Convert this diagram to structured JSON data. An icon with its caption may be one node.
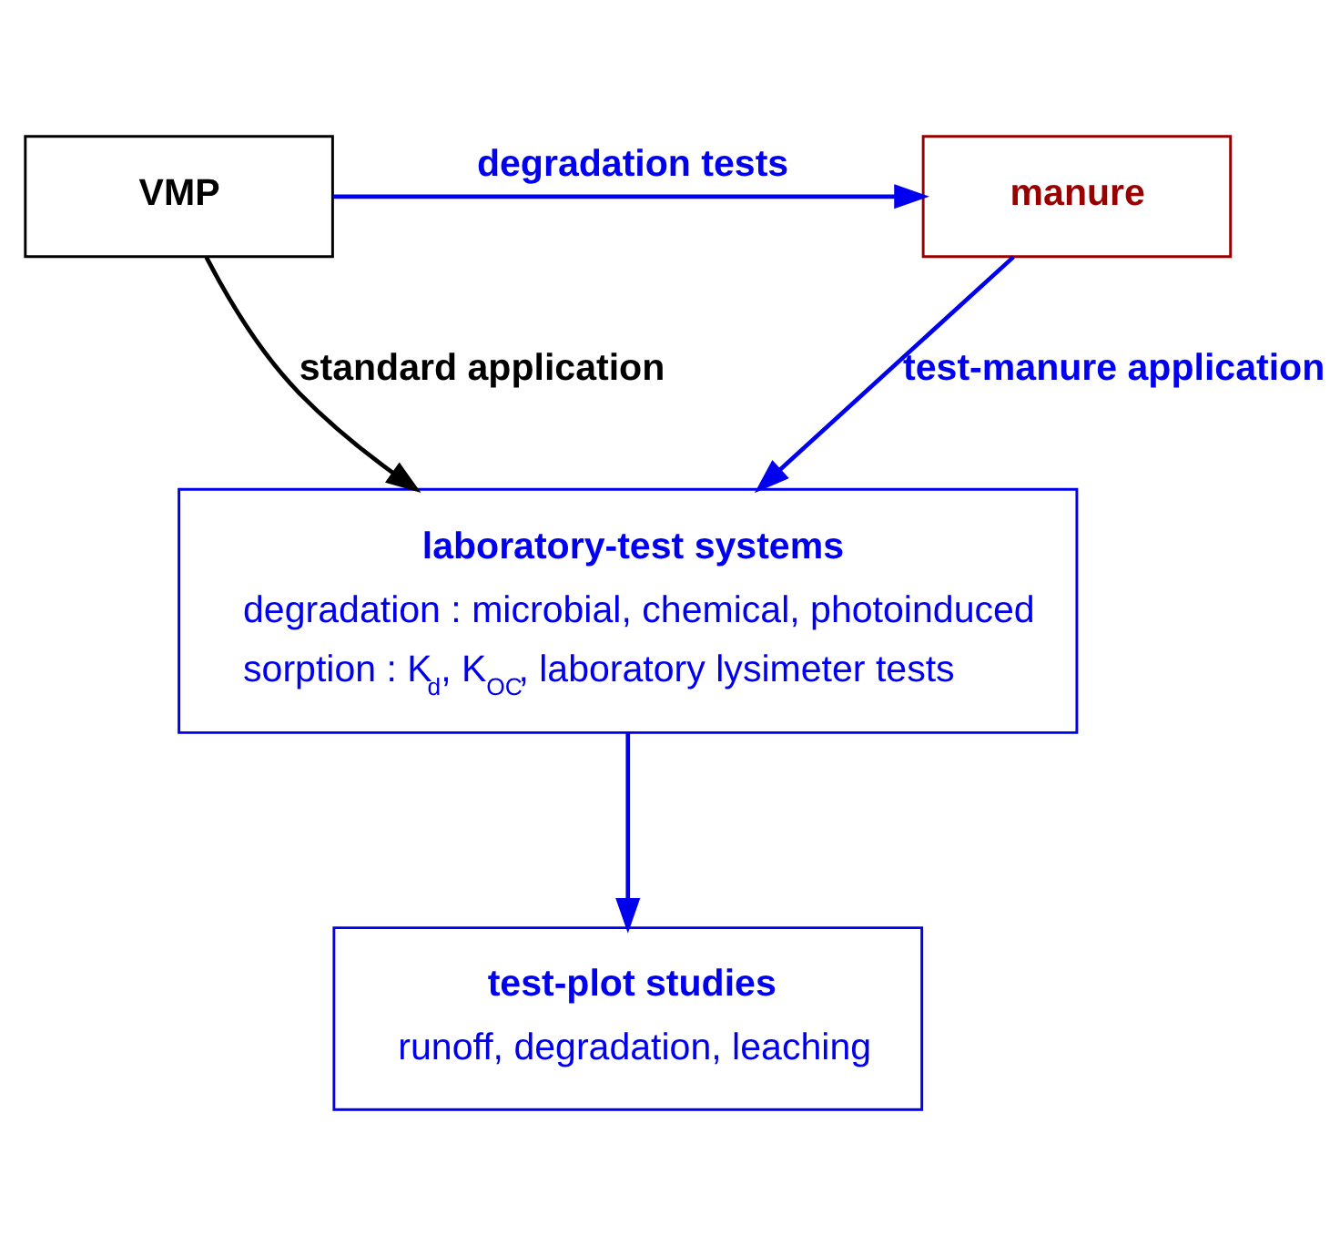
{
  "diagram": {
    "nodes": [
      {
        "text": [
          "VMP"
        ]
      },
      {
        "text": [
          "manure"
        ]
      },
      {
        "text": [
          "laboratory-test systems",
          "degradation : microbial, chemical, photoinduced",
          "sorption : K$_{d}$, K$_{OC}$, laboratory lysimeter tests"
        ]
      },
      {
        "text": [
          "test-plot studies",
          "runoff, degradation, leaching"
        ]
      }
    ],
    "edges": [
      {
        "from": 0,
        "to": 1,
        "arrow": "to",
        "label": "degradation tests"
      },
      {
        "from": 0,
        "to": 2,
        "arrow": "to",
        "label": "standard application",
        "color": "#000000"
      },
      {
        "from": 1,
        "to": 2,
        "arrow": "to",
        "label": "test-manure application"
      },
      {
        "from": 2,
        "to": 3,
        "arrow": "to"
      }
    ]
  }
}
